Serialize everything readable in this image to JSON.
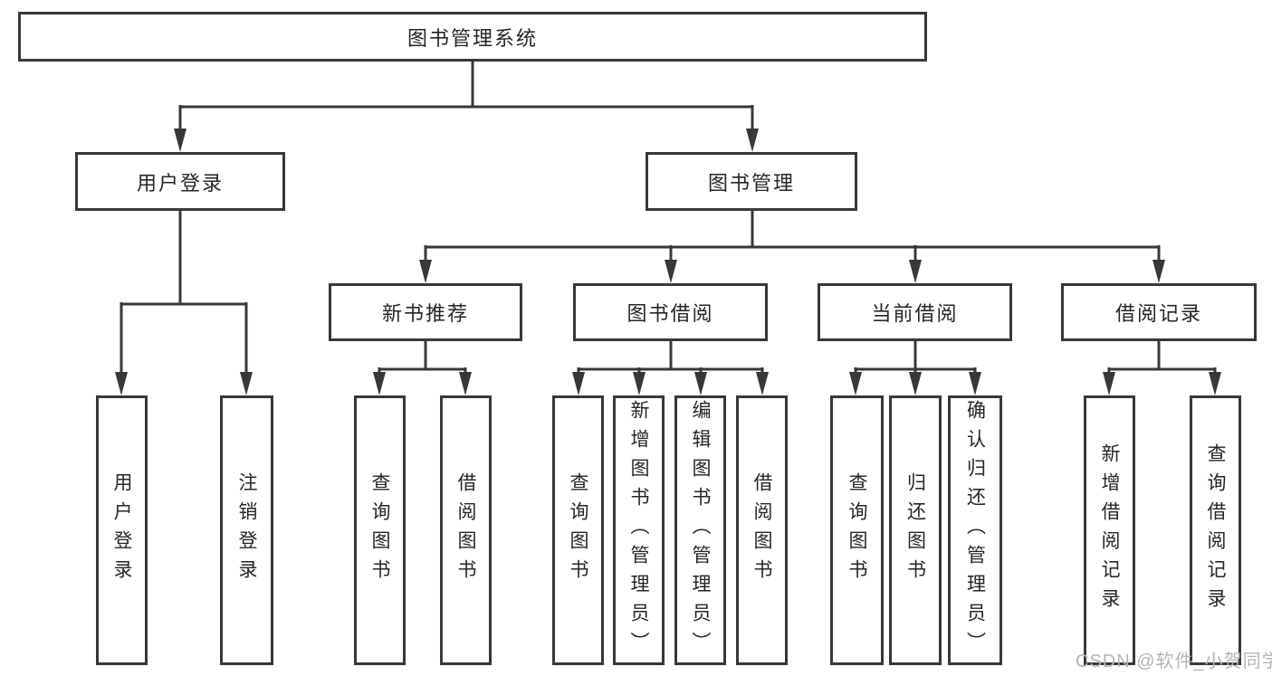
{
  "diagram": {
    "root": {
      "label": "图书管理系统"
    },
    "branches": [
      {
        "label": "用户登录",
        "children": [
          {
            "label": "用户登录"
          },
          {
            "label": "注销登录"
          }
        ]
      },
      {
        "label": "图书管理",
        "children": [
          {
            "label": "新书推荐",
            "children": [
              {
                "label": "查询图书"
              },
              {
                "label": "借阅图书"
              }
            ]
          },
          {
            "label": "图书借阅",
            "children": [
              {
                "label": "查询图书"
              },
              {
                "label": "新增图书（管理员）"
              },
              {
                "label": "编辑图书（管理员）"
              },
              {
                "label": "借阅图书"
              }
            ]
          },
          {
            "label": "当前借阅",
            "children": [
              {
                "label": "查询图书"
              },
              {
                "label": "归还图书"
              },
              {
                "label": "确认归还（管理员）"
              }
            ]
          },
          {
            "label": "借阅记录",
            "children": [
              {
                "label": "新增借阅记录"
              },
              {
                "label": "查询借阅记录"
              }
            ]
          }
        ]
      }
    ],
    "colors": {
      "line": "#383838",
      "text": "#262626",
      "background": "#ffffff",
      "watermark": "#b5b5b5"
    }
  },
  "watermark": {
    "text": "CSDN @软件_小贺同学"
  }
}
